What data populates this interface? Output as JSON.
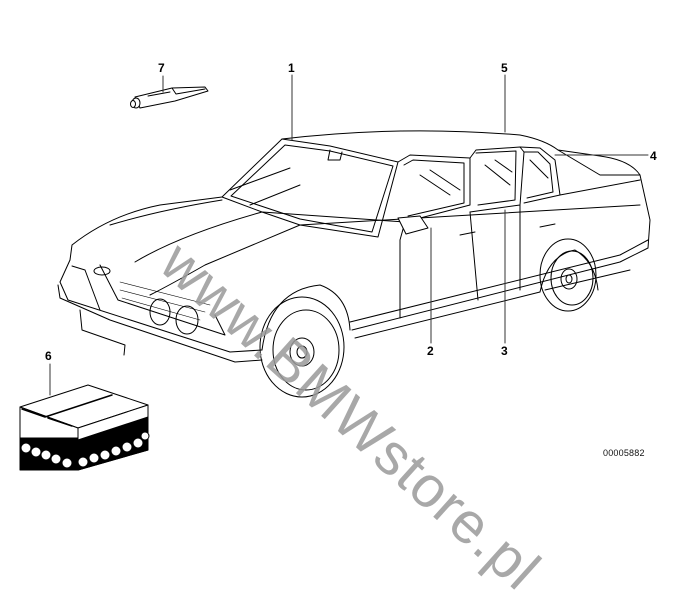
{
  "diagram": {
    "title": "BMW parts diagram",
    "subject": "sedan-car-glazing-and-seals",
    "diagram_number": "00005882",
    "watermark": "www.BMWstore.pl",
    "callouts": [
      {
        "id": "1",
        "label": "1",
        "target": "windscreen"
      },
      {
        "id": "2",
        "label": "2",
        "target": "front-door-window"
      },
      {
        "id": "3",
        "label": "3",
        "target": "rear-door-window"
      },
      {
        "id": "4",
        "label": "4",
        "target": "rear-window"
      },
      {
        "id": "5",
        "label": "5",
        "target": "roof-seal"
      },
      {
        "id": "6",
        "label": "6",
        "target": "kit-box"
      },
      {
        "id": "7",
        "label": "7",
        "target": "adhesive-tube"
      }
    ]
  }
}
